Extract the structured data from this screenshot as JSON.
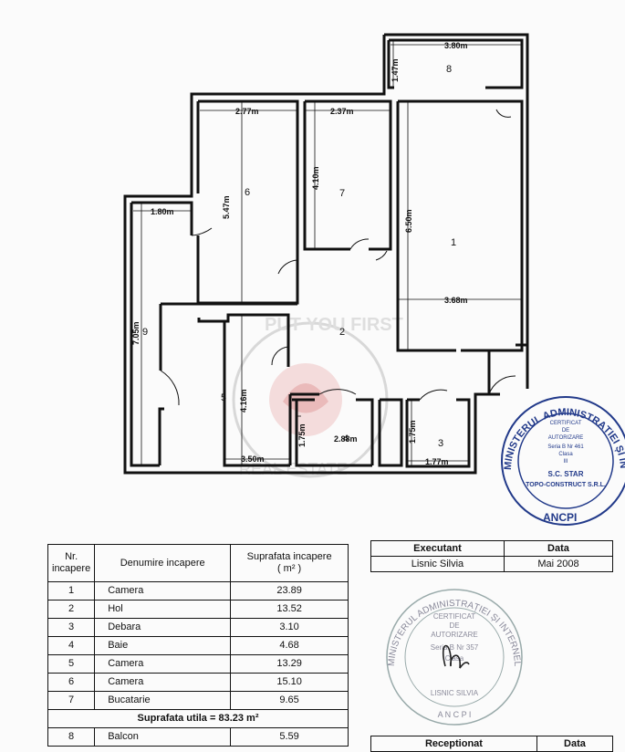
{
  "plan": {
    "dimensions": [
      "3.80m",
      "1.47m",
      "2.77m",
      "2.37m",
      "4.10m",
      "5.47m",
      "6.50m",
      "1.80m",
      "3.68m",
      "7.05m",
      "4.16m",
      "3.50m",
      "1.75m",
      "2.88m",
      "1.75m",
      "1.77m"
    ],
    "room_numbers": [
      "1",
      "2",
      "3",
      "4",
      "5",
      "6",
      "7",
      "8",
      "9"
    ],
    "watermark": {
      "line1": "PUT YOU FIRST",
      "line2": "REAL ESTATE"
    }
  },
  "stamp_top": {
    "ring": "MINISTERUL ADMINISTRAȚIEI ȘI INTERNELOR",
    "bottom": "ANCPI",
    "certificate": [
      "CERTIFICAT",
      "DE",
      "AUTORIZARE",
      "Seria B Nr 461",
      "Clasa",
      "III"
    ],
    "company": [
      "S.C. STAR",
      "TOPO-CONSTRUCT S.R.L."
    ]
  },
  "stamp_bottom": {
    "ring": "MINISTERUL ADMINISTRAȚIEI ȘI INTERNELOR",
    "bottom": "A N C P I",
    "certificate": [
      "CERTIFICAT",
      "DE",
      "AUTORIZARE",
      "Seria B Nr 357",
      "Clasa"
    ],
    "name": "LISNIC SILVIA"
  },
  "table": {
    "headers": {
      "nr": "Nr. incapere",
      "name": "Denumire incapere",
      "area": "Suprafata incapere",
      "unit": "( m² )"
    },
    "rows": [
      {
        "nr": "1",
        "name": "Camera",
        "area": "23.89"
      },
      {
        "nr": "2",
        "name": "Hol",
        "area": "13.52"
      },
      {
        "nr": "3",
        "name": "Debara",
        "area": "3.10"
      },
      {
        "nr": "4",
        "name": "Baie",
        "area": "4.68"
      },
      {
        "nr": "5",
        "name": "Camera",
        "area": "13.29"
      },
      {
        "nr": "6",
        "name": "Camera",
        "area": "15.10"
      },
      {
        "nr": "7",
        "name": "Bucatarie",
        "area": "9.65"
      }
    ],
    "total": "Suprafata utila = 83.23 m²",
    "extra_rows": [
      {
        "nr": "8",
        "name": "Balcon",
        "area": "5.59"
      }
    ]
  },
  "executant": {
    "col1": "Executant",
    "col2": "Data",
    "name": "Lisnic Silvia",
    "date": "Mai 2008"
  },
  "receptionat": {
    "col1": "Receptionat",
    "col2": "Data"
  }
}
